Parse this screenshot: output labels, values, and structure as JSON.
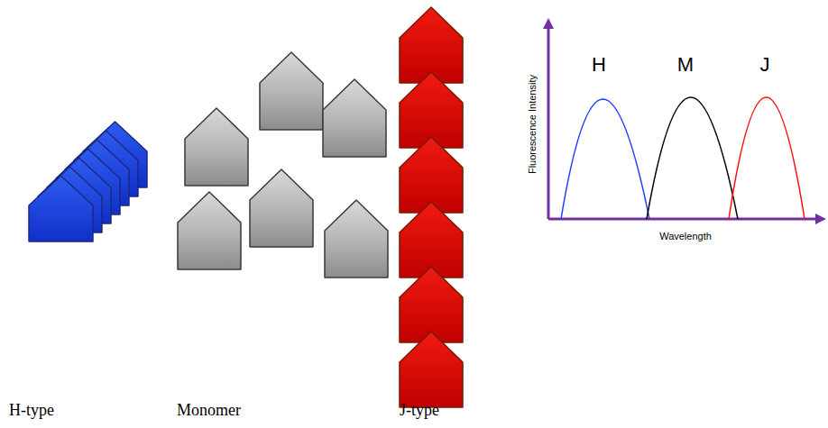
{
  "diagram": {
    "labels": [
      "H-type",
      "Monomer",
      "J-type",
      "Fluorescence Intensity",
      "Wavelength",
      "H",
      "M",
      "J"
    ]
  }
}
